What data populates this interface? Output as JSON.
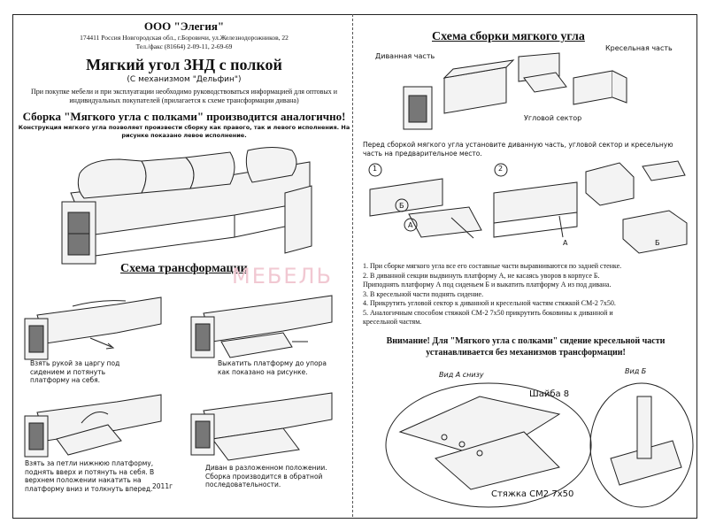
{
  "header": {
    "company": "ООО \"Элегия\"",
    "address": "174411 Россия Новгородская обл., г.Боровичи, ул.Железнодорожников, 22",
    "phone": "Тел./факс (81664) 2-09-11, 2-69-69",
    "title": "Мягкий угол 3НД с полкой",
    "subtitle": "(С механизмом \"Дельфин\")",
    "intro": "При покупке мебели и при эксплуатации необходимо руководствоваться информацией для оптовых и индивидуальных покупателей (прилагается к схеме трансформации дивана)",
    "assembly_note": "Сборка \"Мягкого угла с полками\" производится аналогично!",
    "construction_note": "Конструкция мягкого угла позволяет произвести сборку как правого, так и левого исполнения. На рисунке показано левое исполнение."
  },
  "transformation": {
    "title": "Схема трансформации",
    "captions": [
      "Взять рукой за царгу под сидением и потянуть платформу на себя.",
      "Выкатить платформу до упора как показано на рисунке.",
      "Взять за петли нижнюю платформу, поднять вверх и потянуть на себя. В верхнем положении накатить на платформу вниз и толкнуть вперед.",
      "Диван в разложенном положении. Сборка производится в обратной последовательности."
    ],
    "year": "2011г"
  },
  "assembly": {
    "title": "Схема сборки мягкого угла",
    "part_labels": [
      "Диванная часть",
      "Кресельная часть",
      "Угловой сектор"
    ],
    "pre_note": "Перед сборкой мягкого угла установите диванную часть, угловой сектор и кресельную часть на предварительное место.",
    "figure_numbers": [
      "1",
      "2"
    ],
    "markers": [
      "Б",
      "А",
      "А",
      "Б"
    ],
    "steps": [
      "1. При сборке мягкого угла все его составные части выравниваются по задней стенке.",
      "2. В диванной секции выдвинуть платформу А, не касаясь уворов в корпусе Б.",
      "    Приподнять платформу А под сиденьем Б и выкатить платформу А из под дивана.",
      "3. В кресельной части поднять сидение.",
      "4. Прикрутить угловой сектор к диванной и кресельной частям стяжкой СМ-2 7х50.",
      "5. Аналогичным способом стяжкой СМ-2 7х50 прикрутить боковины к диванной и",
      "    кресельной частям."
    ],
    "warning": "Внимание! Для \"Мягкого угла с полками\" сидение кресельной части устанавливается без механизмов трансформации!",
    "view_a": "Вид А снизу",
    "view_b": "Вид Б",
    "washer": "Шайба 8",
    "screw": "Стяжка СМ2 7х50"
  },
  "watermark": "МЕБЕЛЬ"
}
